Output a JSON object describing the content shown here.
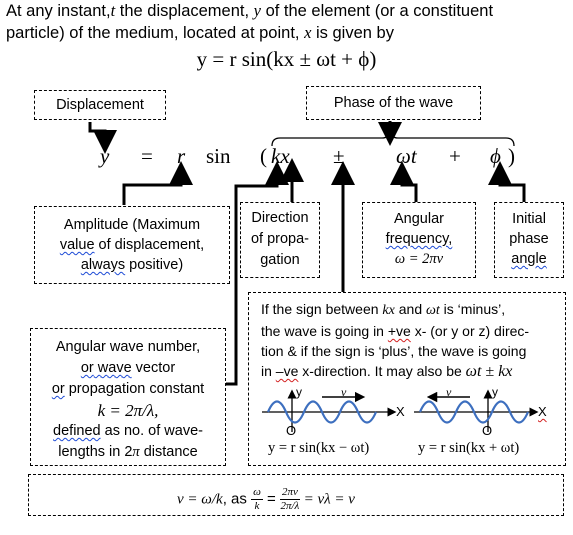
{
  "intro": {
    "line1_a": "At any instant,",
    "line1_t": "t",
    "line1_b": " the displacement, ",
    "line1_y": "y",
    "line1_c": " of the element (or a constituent",
    "line2_a": "particle) of the medium, located at point, ",
    "line2_x": "x",
    "line2_b": " is given by",
    "main_equation": "y = r sin(kx ± ωt + ϕ)"
  },
  "labels": {
    "displacement": "Displacement",
    "phase": "Phase of the wave",
    "amplitude_1": "Amplitude (Maximum",
    "amplitude_2a": "value",
    "amplitude_2b": " of displacement,",
    "amplitude_3a": "always",
    "amplitude_3b": " positive)",
    "direction_1": "Direction",
    "direction_2": "of propa-",
    "direction_3": "gation",
    "angular_1": "Angular",
    "angular_2": "frequency,",
    "angular_3": "ω = 2πν",
    "initial_1": "Initial",
    "initial_2": "phase",
    "initial_3": "angle",
    "wavenum_1": "Angular wave number,",
    "wavenum_2a": "or",
    "wavenum_2b": " wave",
    "wavenum_2c": " vector",
    "wavenum_3a": "or",
    "wavenum_3b": " propagation constant",
    "wavenum_4": "k = 2π/λ,",
    "wavenum_5a": "defined",
    "wavenum_5b": " as no. of wave-",
    "wavenum_6a": "lengths in 2",
    "wavenum_6b": "π",
    "wavenum_6c": " distance"
  },
  "equation_row": {
    "y": "y",
    "eq": "=",
    "r": "r",
    "sin": "sin",
    "open": "(",
    "kx": "kx",
    "pm": "±",
    "wt": "ωt",
    "plus": "+",
    "phi": "ϕ",
    "close": ")"
  },
  "sign_note": {
    "l1a": "If the sign between ",
    "l1b": "kx",
    "l1c": " and ",
    "l1d": "ωt",
    "l1e": " is ‘minus’,",
    "l2a": "the wave is going in ",
    "l2b": "+ve",
    "l2c": " x- (or y or z) direc-",
    "l3": "tion & if the sign is ‘plus’, the wave is going",
    "l4a": "in ",
    "l4b": "–ve",
    "l4c": " x-direction. It may also be  ",
    "l4d": "ωt ± kx",
    "left_v": "v",
    "left_y": "y",
    "left_x": "X",
    "left_o": "O",
    "right_v": "v",
    "right_y": "y",
    "right_x": "X",
    "right_o": "O",
    "left_eq": "y = r sin(kx − ωt)",
    "right_eq": "y = r sin(kx + ωt)"
  },
  "bottom": {
    "eq_a": "v = ω/k",
    "eq_b": ", as ",
    "frac1_num": "ω",
    "frac1_den": "k",
    "eq_c": " = ",
    "frac2_num": "2πν",
    "frac2_den": "2π/λ",
    "eq_d": " = νλ = v"
  },
  "colors": {
    "wave": "#3d6fbf",
    "squiggle_blue": "#1c4ad6",
    "squiggle_red": "#d21f1f"
  }
}
